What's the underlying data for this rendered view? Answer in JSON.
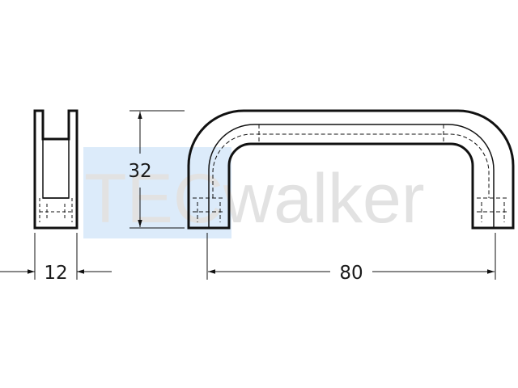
{
  "drawing": {
    "dimensions": {
      "width": "12",
      "height": "32",
      "length": "80"
    },
    "watermark": {
      "brand_prefix": "TEC",
      "brand_suffix": "walker",
      "box_color": "#dcebfa",
      "text_color": "#e2e2e2"
    },
    "line_color": "#111111"
  }
}
